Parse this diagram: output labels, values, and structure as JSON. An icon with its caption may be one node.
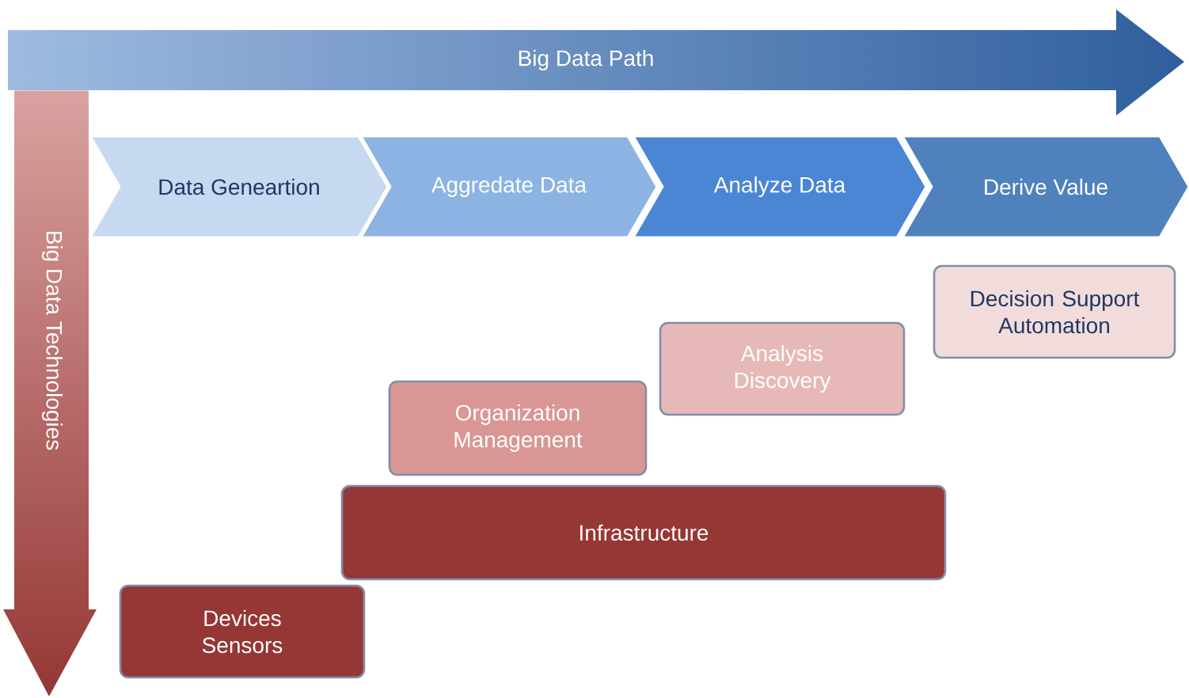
{
  "diagram": {
    "nodes": [
      {
        "text": [
          "Big Data Path"
        ]
      },
      {
        "text": [
          "Big Data Technologies"
        ]
      },
      {
        "text": [
          "Data Geneartion"
        ]
      },
      {
        "text": [
          "Aggredate Data"
        ]
      },
      {
        "text": [
          "Analyze Data"
        ]
      },
      {
        "text": [
          "Derive Value"
        ]
      },
      {
        "text": [
          "Decision Support Automation"
        ]
      },
      {
        "text": [
          "Analysis Discovery"
        ]
      },
      {
        "text": [
          "Organization Management"
        ]
      },
      {
        "text": [
          "Infrastructure"
        ]
      },
      {
        "text": [
          "Devices Sensors"
        ]
      }
    ]
  }
}
